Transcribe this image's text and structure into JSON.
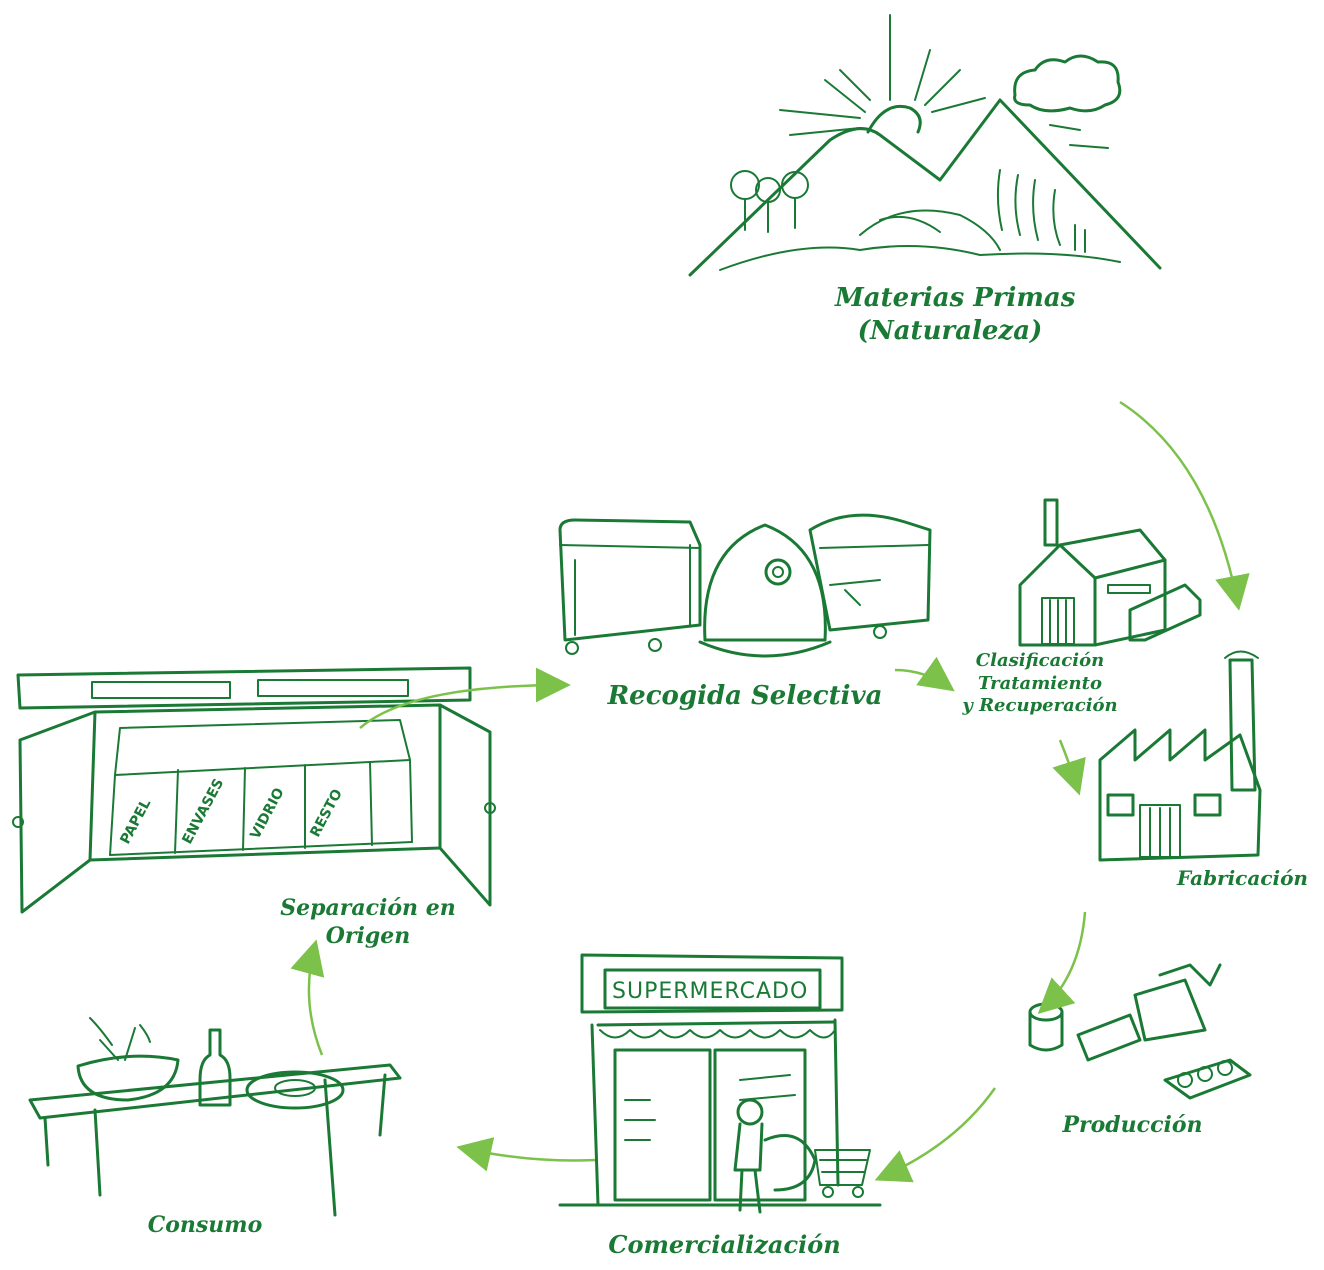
{
  "stages": {
    "materias_primas": [
      "Materias Primas",
      "(Naturaleza)"
    ],
    "recogida": "Recogida Selectiva",
    "clasificacion": [
      "Clasificación",
      "Tratamiento",
      "y Recuperación"
    ],
    "fabricacion": "Fabricación",
    "produccion": "Producción",
    "comercializacion": "Comercialización",
    "consumo": "Consumo",
    "separacion": [
      "Separación en",
      "Origen"
    ]
  },
  "bins": [
    "PAPEL",
    "ENVASES",
    "VIDRIO",
    "RESTO"
  ],
  "shop_sign": "SUPERMERCADO",
  "colors": {
    "ink": "#1a7a35",
    "arrow": "#7cc24a",
    "background": "#ffffff"
  }
}
